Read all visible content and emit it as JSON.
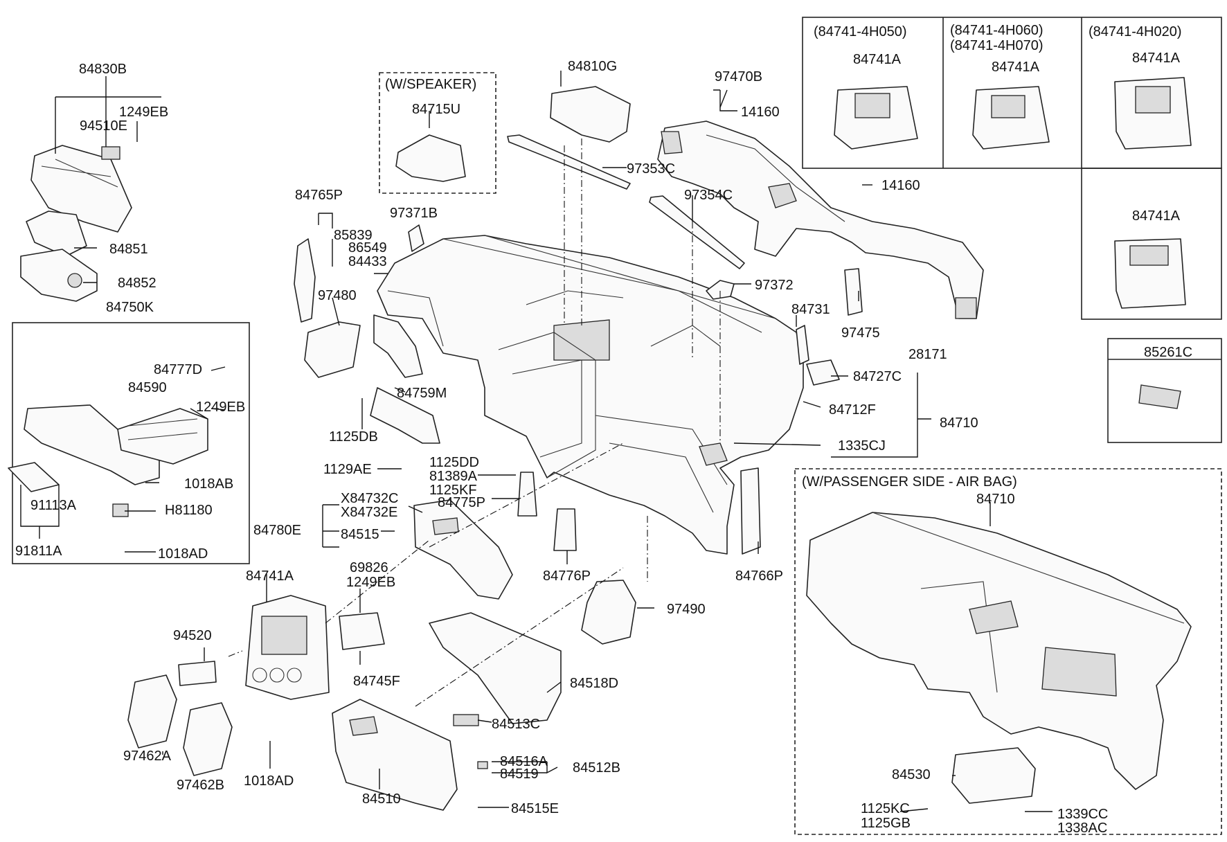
{
  "labels": {
    "p84830B": "84830B",
    "p1249EB_a": "1249EB",
    "p94510E": "94510E",
    "p84851": "84851",
    "p84852": "84852",
    "p84750K": "84750K",
    "p84777D": "84777D",
    "p84590": "84590",
    "p1249EB_b": "1249EB",
    "p1018AB": "1018AB",
    "p91113A": "91113A",
    "pH81180": "H81180",
    "p91811A": "91811A",
    "p1018AD_a": "1018AD",
    "wSpeaker": "(W/SPEAKER)",
    "p84715U": "84715U",
    "p84810G": "84810G",
    "p97353C": "97353C",
    "p84765P": "84765P",
    "p85839": "85839",
    "p86549": "86549",
    "p84433": "84433",
    "p97371B": "97371B",
    "p97480": "97480",
    "p97354C": "97354C",
    "p97372": "97372",
    "p97470B": "97470B",
    "p14160_a": "14160",
    "p14160_b": "14160",
    "p84731": "84731",
    "p97475": "97475",
    "p28171": "28171",
    "p84727C": "84727C",
    "p84712F": "84712F",
    "p84710_a": "84710",
    "p1335CJ": "1335CJ",
    "p84759M": "84759M",
    "p1125DB": "1125DB",
    "p1129AE": "1129AE",
    "p1125DD": "1125DD",
    "p81389A": "81389A",
    "p1125KF": "1125KF",
    "p84775P": "84775P",
    "pX84732C": "X84732C",
    "pX84732E": "X84732E",
    "p84780E": "84780E",
    "p84515": "84515",
    "p84776P": "84776P",
    "p84766P": "84766P",
    "p84741A_main": "84741A",
    "p69826": "69826",
    "p1249EB_c": "1249EB",
    "p94520": "94520",
    "p84745F": "84745F",
    "p97490": "97490",
    "p84518D": "84518D",
    "p97462A": "97462A",
    "p97462B": "97462B",
    "p1018AD_b": "1018AD",
    "p84513C": "84513C",
    "p84516A": "84516A",
    "p84519": "84519",
    "p84512B": "84512B",
    "p84510": "84510",
    "p84515E": "84515E",
    "v1": "(84741-4H050)",
    "v2a": "(84741-4H060)",
    "v2b": "(84741-4H070)",
    "v3": "(84741-4H020)",
    "v1p": "84741A",
    "v2p": "84741A",
    "v3p": "84741A",
    "v4p": "84741A",
    "p85261C": "85261C",
    "wAirbag": "(W/PASSENGER SIDE - AIR BAG)",
    "p84710_b": "84710",
    "p84530": "84530",
    "p1125KC": "1125KC",
    "p1125GB": "1125GB",
    "p1339CC": "1339CC",
    "p1338AC": "1338AC"
  }
}
